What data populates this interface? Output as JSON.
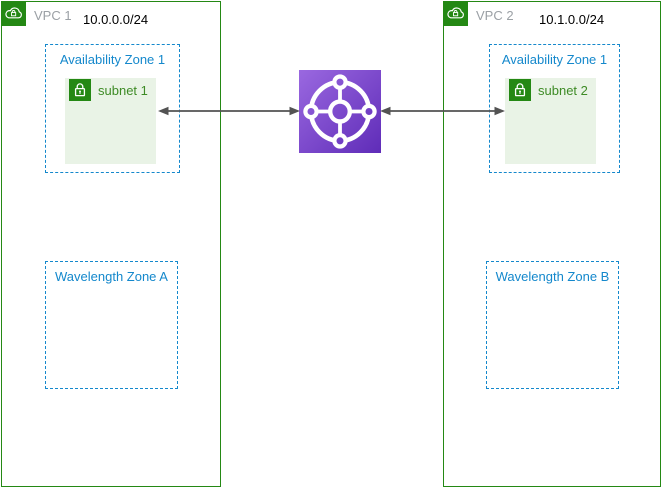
{
  "diagram": {
    "type": "aws-network-diagram",
    "vpcs": [
      {
        "label": "VPC 1",
        "cidr": "10.0.0.0/24",
        "zones": [
          {
            "label": "Availability Zone 1",
            "subnet": "subnet 1"
          },
          {
            "label": "Wavelength Zone A"
          }
        ]
      },
      {
        "label": "VPC 2",
        "cidr": "10.1.0.0/24",
        "zones": [
          {
            "label": "Availability Zone 1",
            "subnet": "subnet 2"
          },
          {
            "label": "Wavelength Zone B"
          }
        ]
      }
    ],
    "connector": {
      "type": "transit-gateway",
      "icon": "transit-gateway-icon",
      "arrows": "bidirectional"
    },
    "icons": {
      "vpc": "cloud-lock-icon",
      "subnet": "lock-icon"
    },
    "colors": {
      "vpc_green": "#248814",
      "subnet_fill": "#E9F3E6",
      "subnet_text_green": "#3E8B26",
      "zone_blue": "#1488CC",
      "vpc_label_gray": "#9BA0A5",
      "cidr_text": "#000000",
      "arrow_gray": "#535353",
      "gateway_gradient_start": "#9A68E0",
      "gateway_gradient_end": "#5F2CB8"
    }
  }
}
